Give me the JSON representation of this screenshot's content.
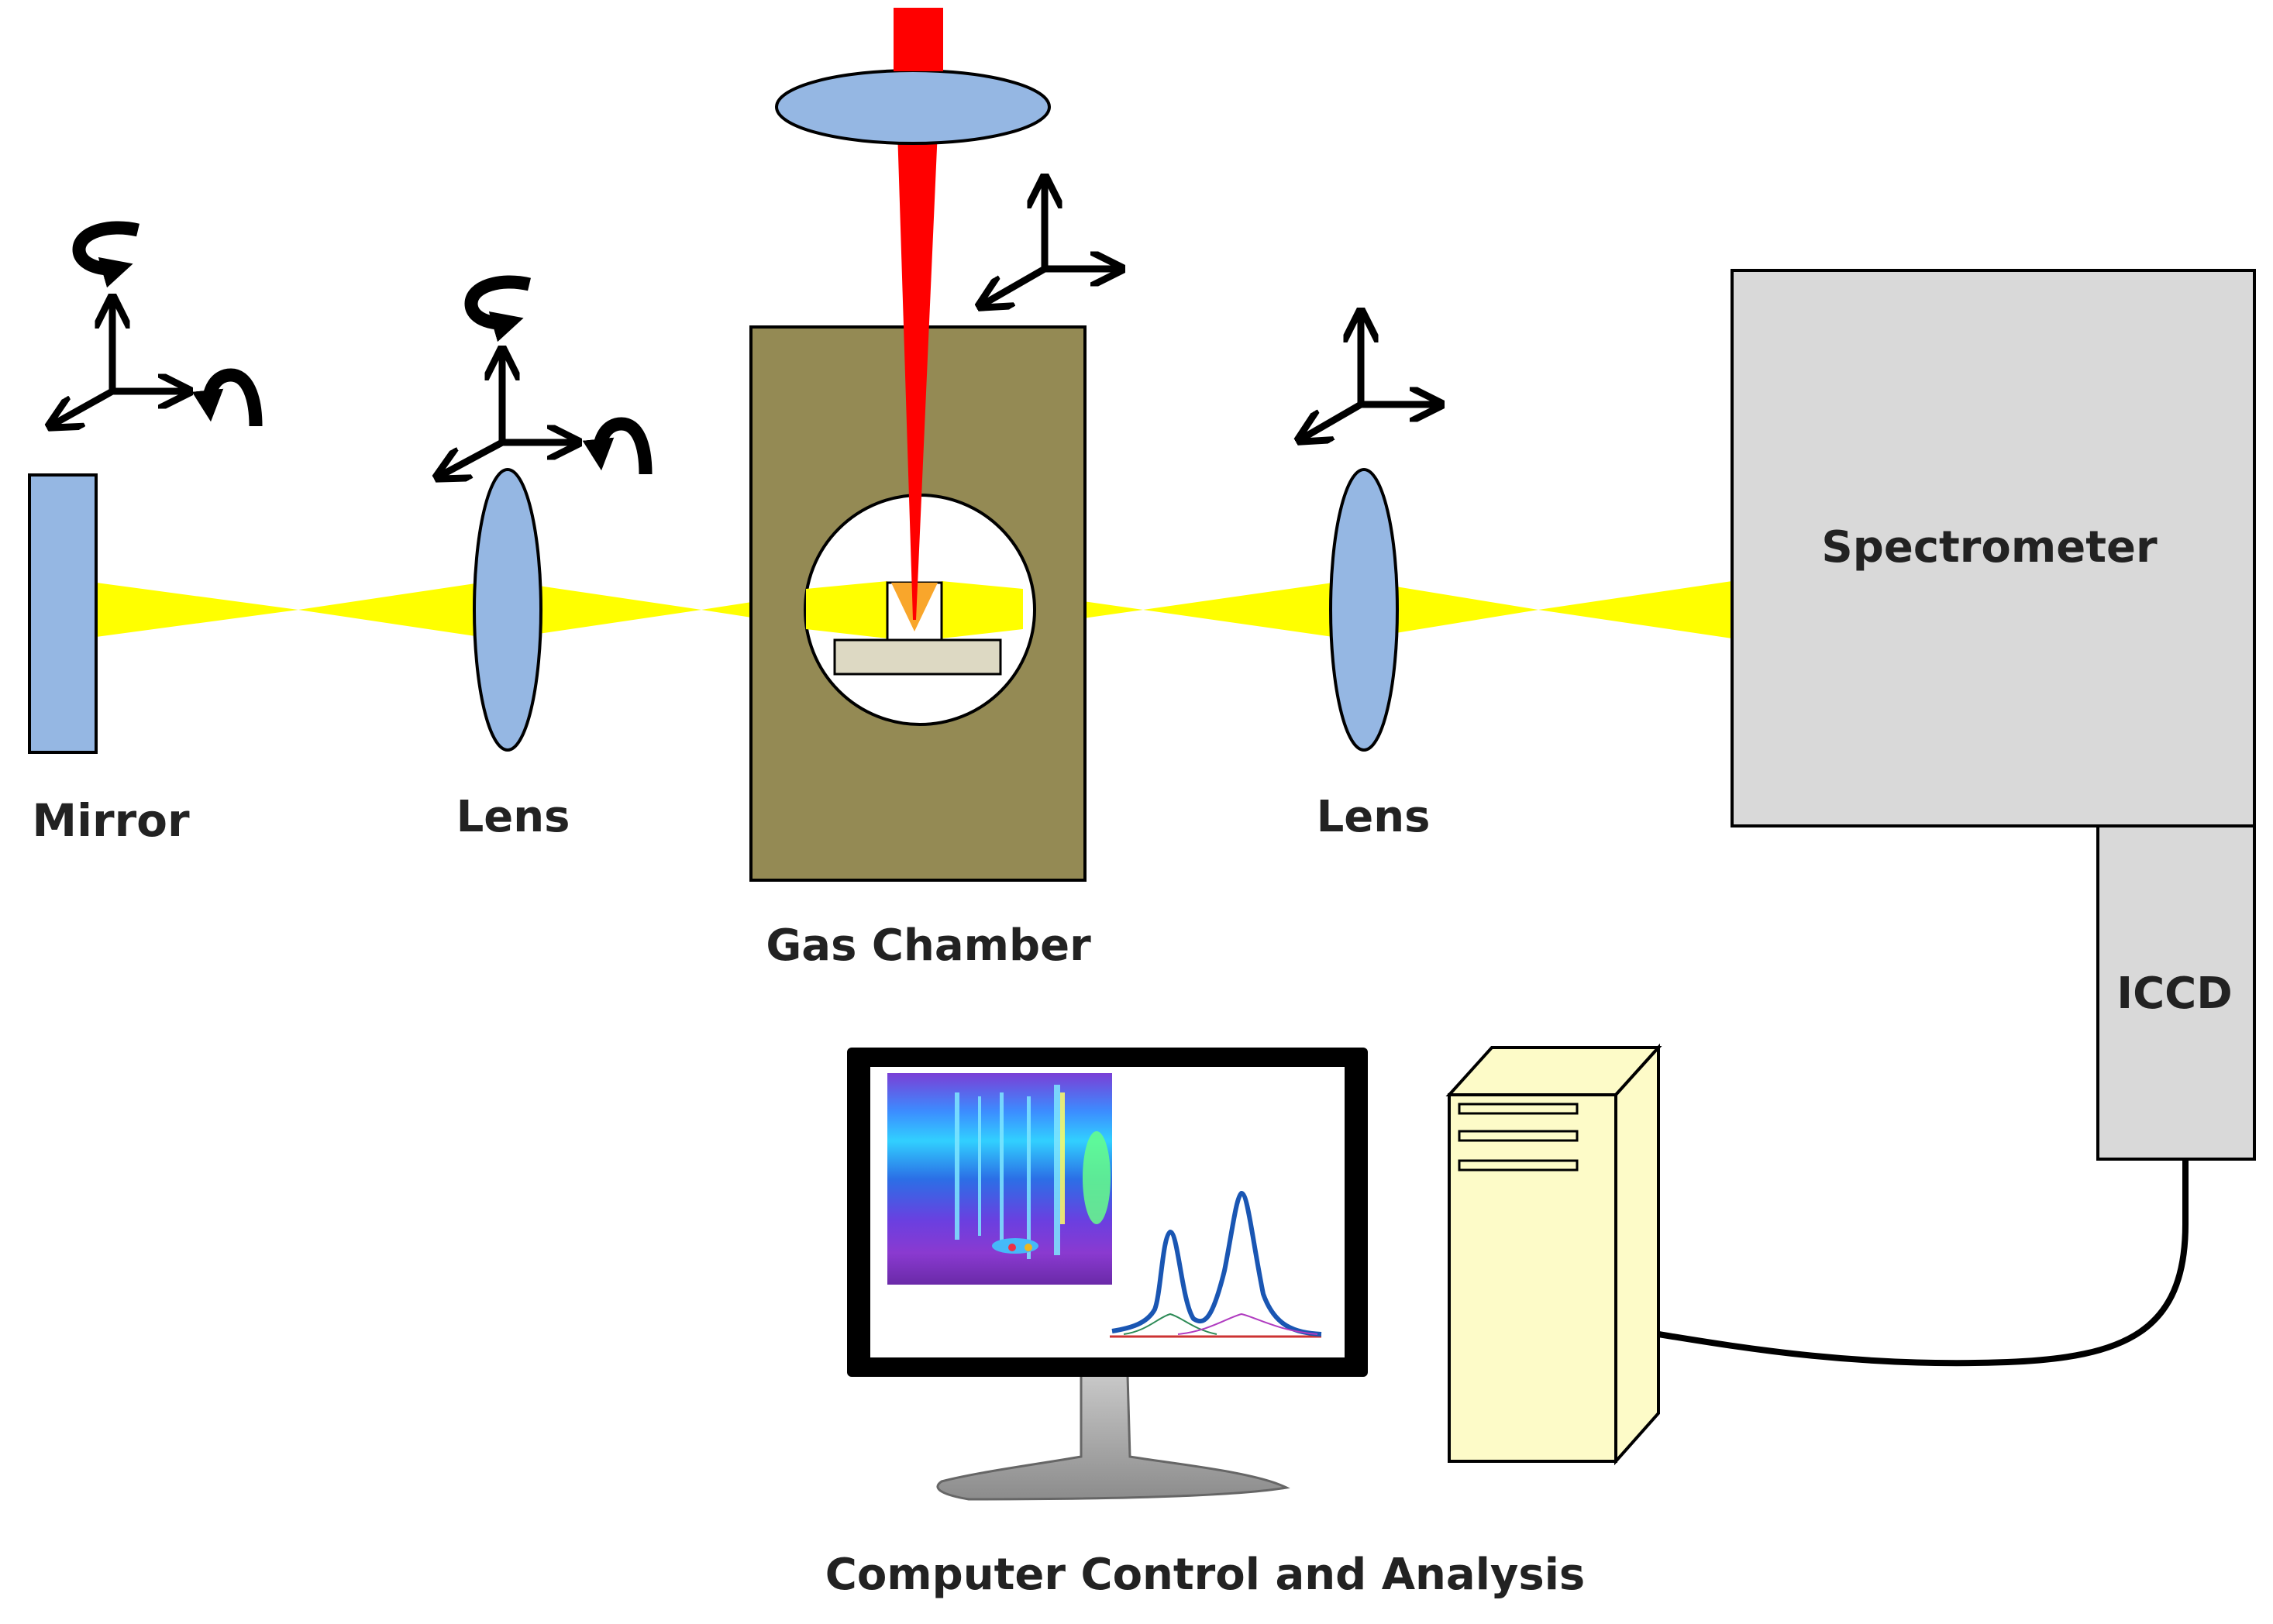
{
  "labels": {
    "mirror": "Mirror",
    "lens_left": "Lens",
    "gas_chamber": "Gas Chamber",
    "lens_right": "Lens",
    "spectrometer": "Spectrometer",
    "iccd": "ICCD",
    "computer": "Computer Control and Analysis"
  },
  "colors": {
    "optic_blue": "#95b7e3",
    "beam_yellow": "#ffff00",
    "laser_red": "#ff0000",
    "chamber_olive": "#948a54",
    "instrument_gray": "#d9d9d9",
    "tower_cream": "#fdfbc8",
    "plasma_orange": "#f9a62b"
  },
  "icons": [
    "xyz-translation-arrows-icon",
    "tilt-rotation-arrow-icon"
  ]
}
